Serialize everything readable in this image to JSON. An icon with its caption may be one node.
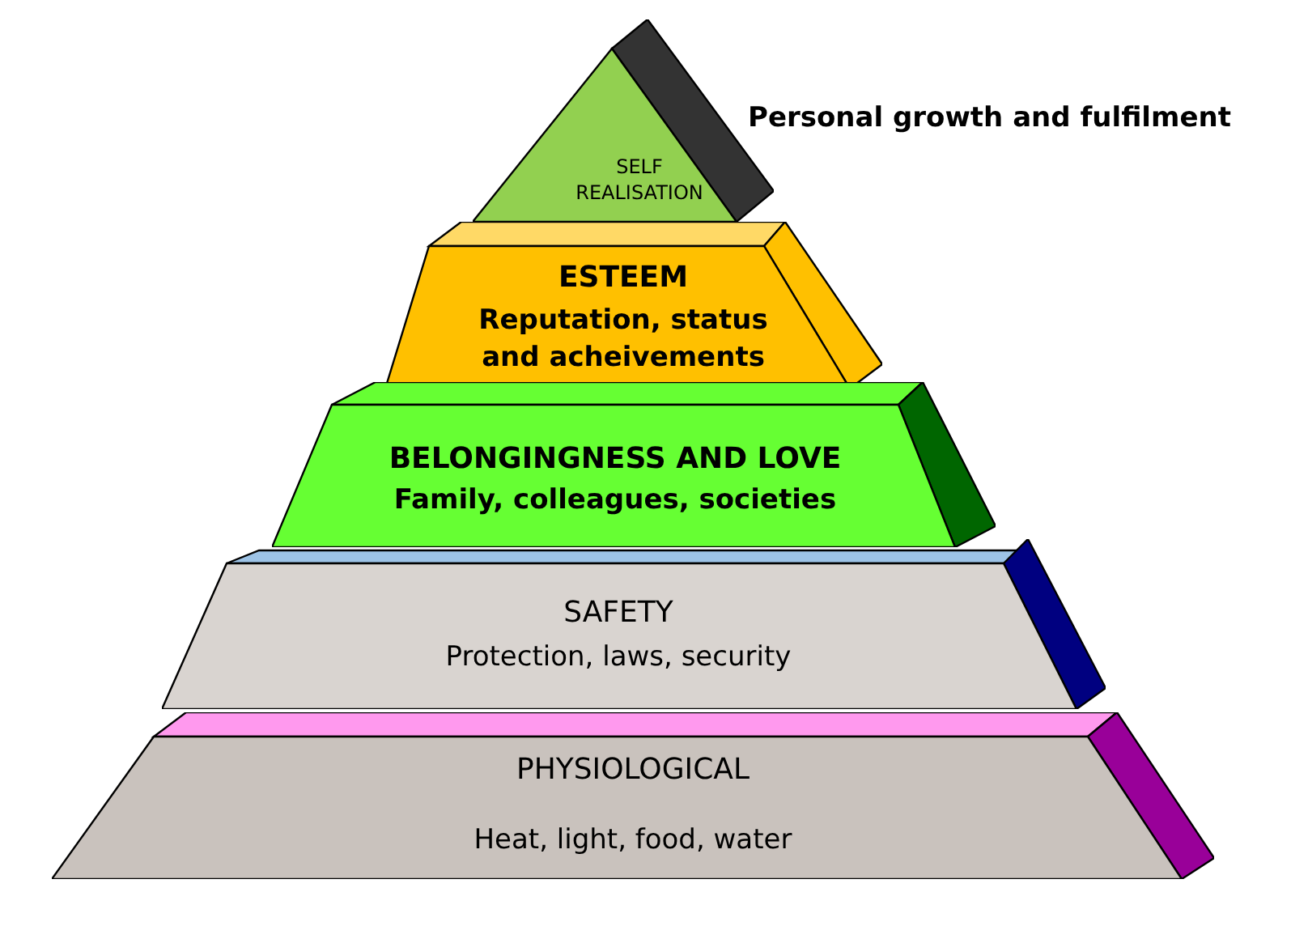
{
  "diagram": {
    "nodes": [
      {
        "text": [
          "SELF REALISATION"
        ],
        "beside": [
          "Personal growth and fulfilment"
        ]
      },
      {
        "text": [
          "ESTEEM",
          "Reputation, status and acheivements"
        ]
      },
      {
        "text": [
          "BELONGINGNESS AND LOVE",
          "Family, colleagues, societies"
        ]
      },
      {
        "text": [
          "SAFETY",
          "Protection, laws, security"
        ]
      },
      {
        "text": [
          "PHYSIOLOGICAL",
          "Heat, light, food, water"
        ]
      }
    ]
  }
}
